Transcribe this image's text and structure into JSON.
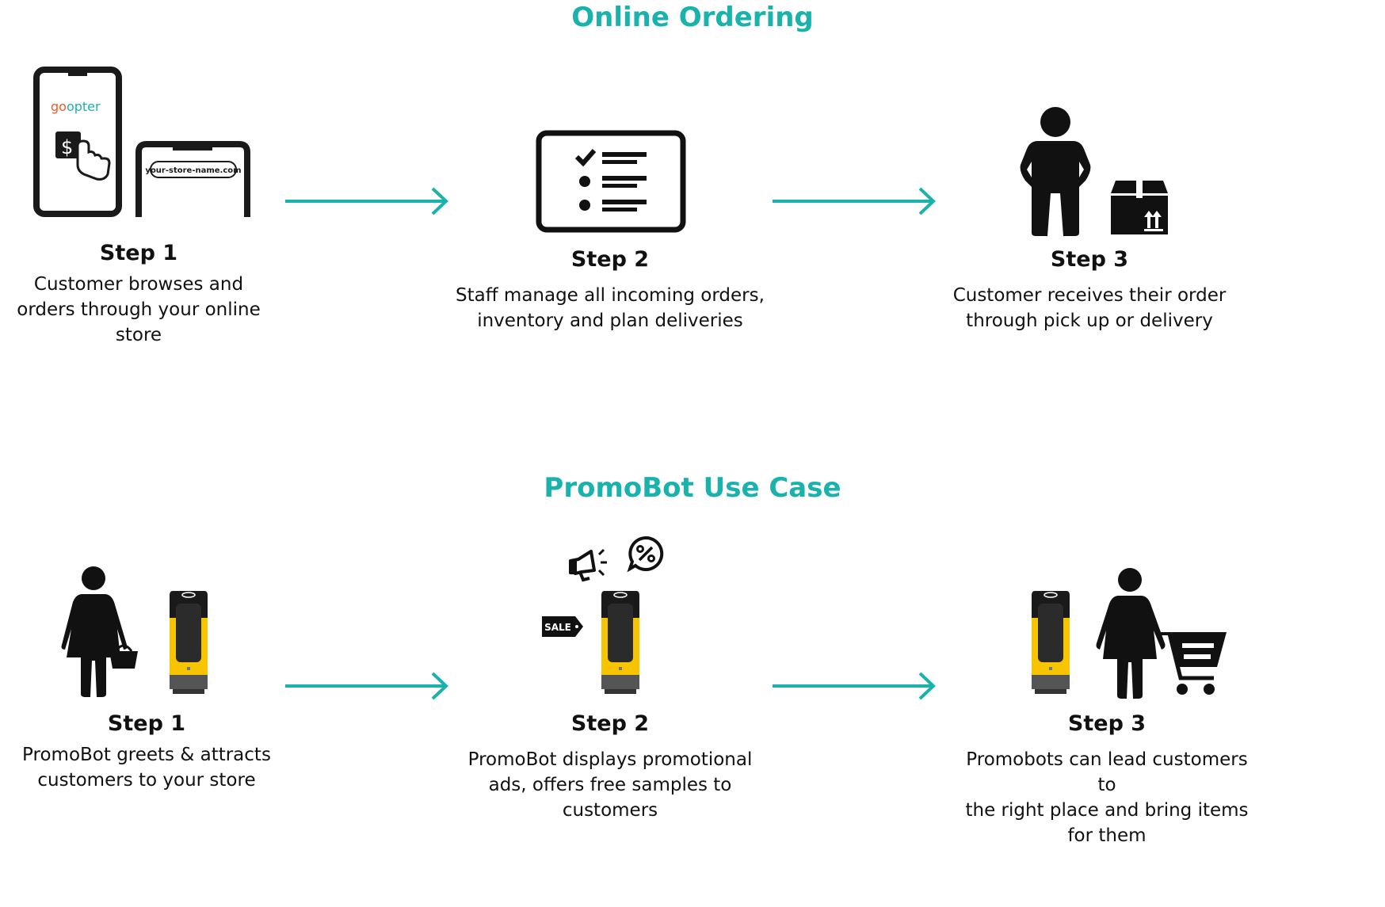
{
  "sections": [
    {
      "title": "Online Ordering",
      "steps": [
        {
          "title": "Step 1",
          "lines": [
            "Customer browses and",
            "orders through your online",
            "store"
          ]
        },
        {
          "title": "Step 2",
          "lines": [
            "Staff manage all incoming orders,",
            "inventory and plan deliveries"
          ]
        },
        {
          "title": "Step 3",
          "lines": [
            "Customer receives their order",
            "through pick up or delivery"
          ]
        }
      ]
    },
    {
      "title": "PromoBot Use Case",
      "steps": [
        {
          "title": "Step 1",
          "lines": [
            "PromoBot greets & attracts",
            "customers to your store"
          ]
        },
        {
          "title": "Step 2",
          "lines": [
            "PromoBot displays promotional",
            "ads, offers free samples to",
            "customers"
          ]
        },
        {
          "title": "Step 3",
          "lines": [
            "Promobots can lead customers to",
            "the right place and bring items",
            "for them"
          ]
        }
      ]
    }
  ],
  "phone": {
    "logo": "goopter",
    "url": "your-store-name.com"
  },
  "sale_tag": "SALE",
  "icons": [
    "smartphone-icon",
    "checklist-board-icon",
    "person-icon",
    "package-icon",
    "woman-basket-icon",
    "robot-icon",
    "megaphone-icon",
    "percent-bubble-icon",
    "sale-tag-icon",
    "woman-cart-icon",
    "arrow-right-icon"
  ],
  "colors": {
    "accent": "#1ab2ad",
    "robot_yellow": "#f6c400",
    "logo_orange": "#f05a28"
  }
}
